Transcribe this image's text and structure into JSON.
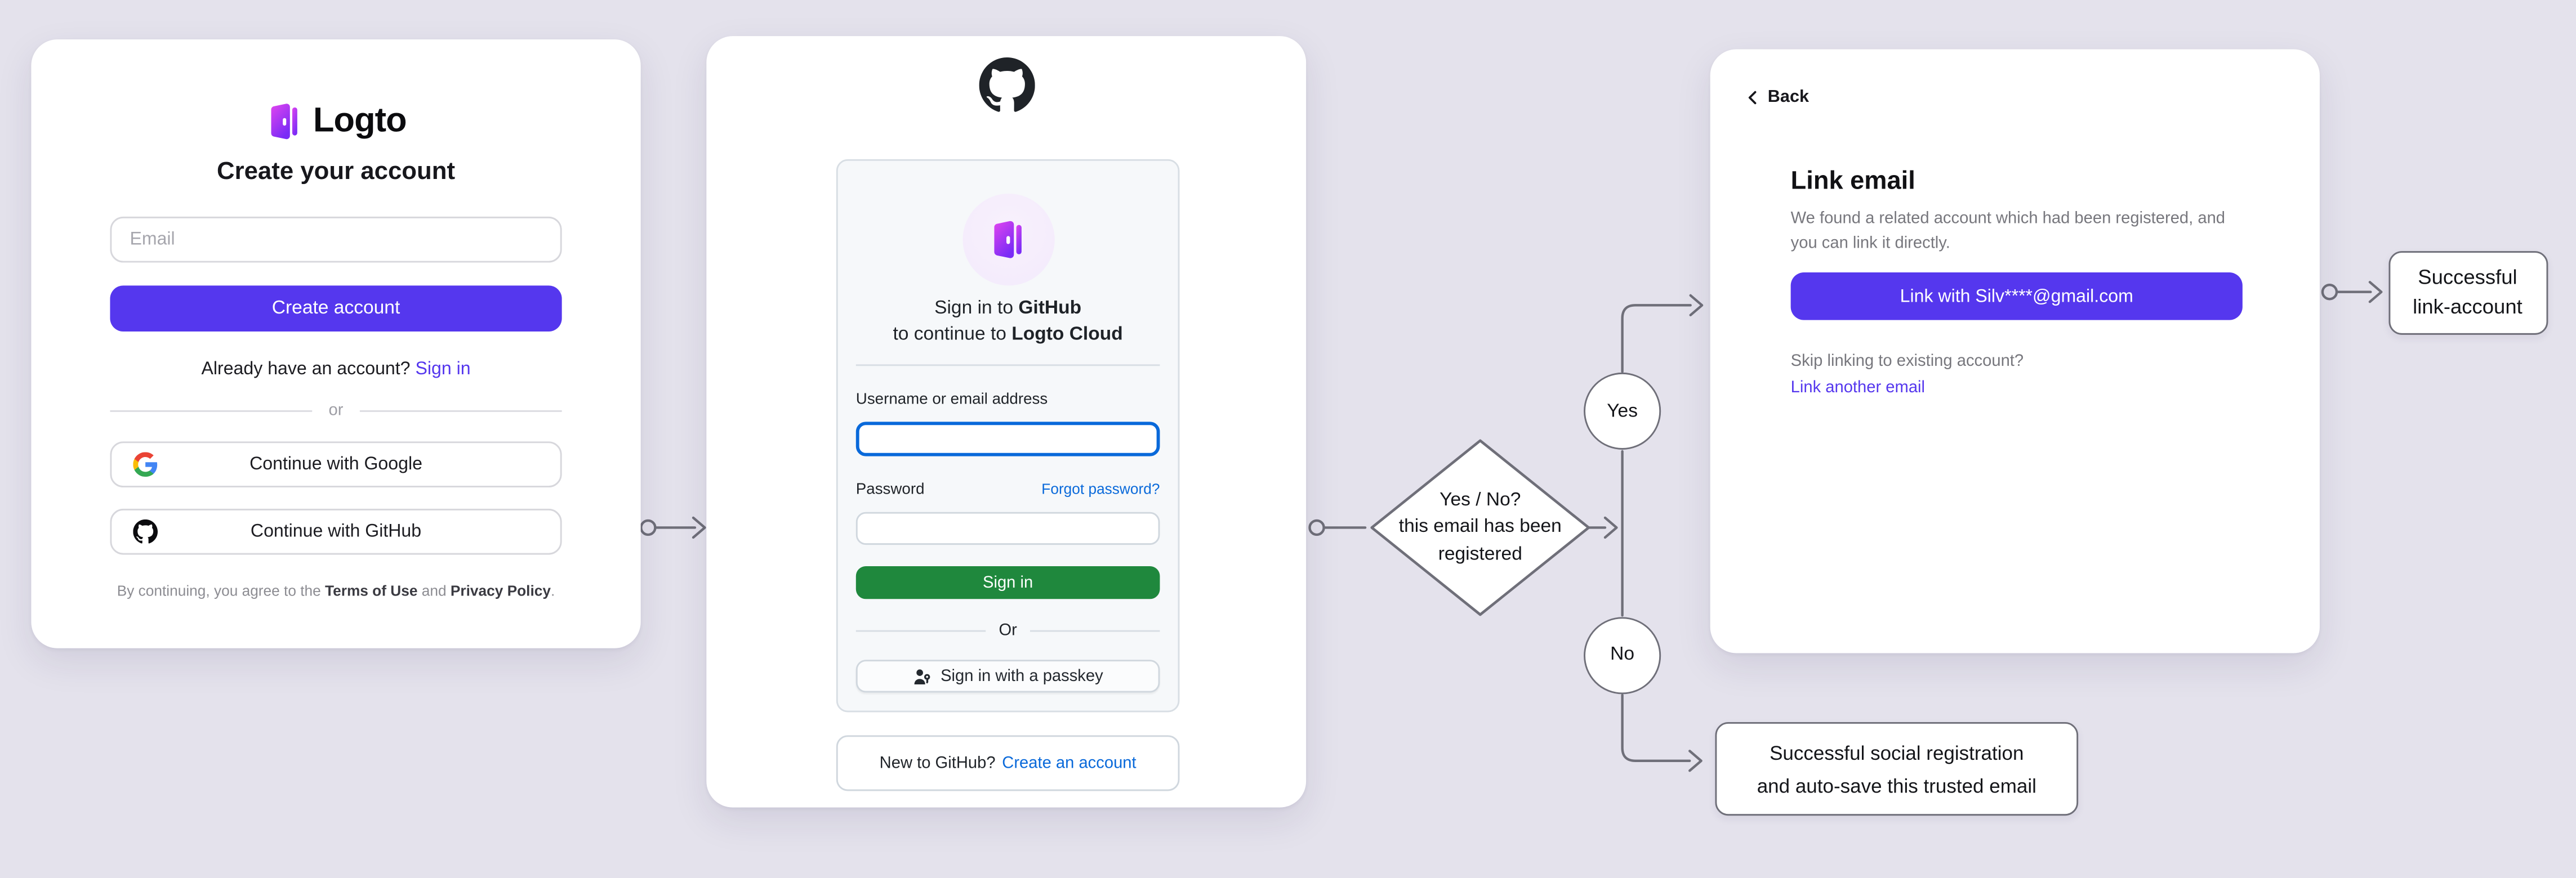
{
  "colors": {
    "page_background": "#e4e2ec",
    "brand_purple": "#5537ee",
    "github_green": "#1f883d",
    "github_blue": "#0969da",
    "connector_gray": "#6f6f79"
  },
  "signup_card": {
    "logo_text": "Logto",
    "heading": "Create your account",
    "email_placeholder": "Email",
    "create_button": "Create account",
    "signin_prompt": "Already have an account?",
    "signin_link": "Sign in",
    "divider": "or",
    "google_button": "Continue with Google",
    "github_button": "Continue with GitHub",
    "terms_prefix": "By continuing, you agree to the ",
    "terms_link": "Terms of Use",
    "terms_conjunction": " and ",
    "privacy_link": "Privacy Policy",
    "terms_suffix": "."
  },
  "github_card": {
    "signin_to": "Sign in to ",
    "github_bold": "GitHub",
    "continue_to": "to continue to ",
    "app_bold": "Logto Cloud",
    "username_label": "Username or email address",
    "password_label": "Password",
    "forgot_password_link": "Forgot password?",
    "signin_button": "Sign in",
    "or_divider": "Or",
    "passkey_button": "Sign in with a passkey",
    "footer_prompt": "New to GitHub?",
    "footer_link": "Create an account"
  },
  "link_email_card": {
    "back_label": "Back",
    "heading": "Link email",
    "description": "We found a related account which had been registered, and you can link it directly.",
    "link_button": "Link with Silv****@gmail.com",
    "skip_prompt": "Skip linking to existing account?",
    "link_another": "Link another email"
  },
  "flowchart": {
    "decision": {
      "line1": "Yes / No?",
      "line2": "this email has been",
      "line3": "registered"
    },
    "yes_label": "Yes",
    "no_label": "No",
    "outcome_link_account": {
      "line1": "Successful",
      "line2": "link-account"
    },
    "outcome_social_registration": {
      "line1": "Successful social registration",
      "line2": "and auto-save this trusted email"
    }
  }
}
